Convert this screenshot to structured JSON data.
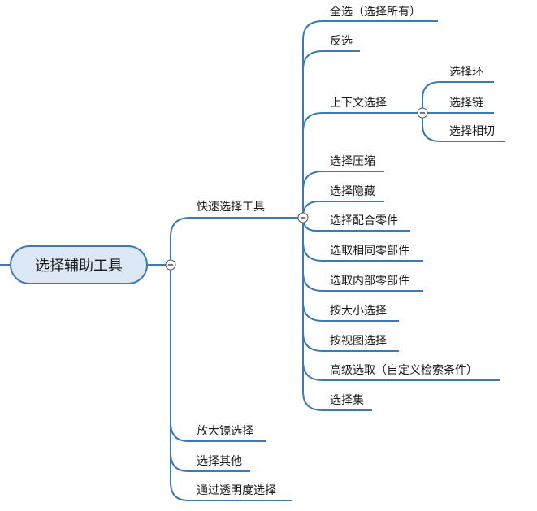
{
  "root": {
    "label": "选择辅助工具"
  },
  "level1": [
    {
      "label": "快速选择工具",
      "children": [
        {
          "label": "全选（选择所有）"
        },
        {
          "label": "反选"
        },
        {
          "label": "上下文选择",
          "children": [
            {
              "label": "选择环"
            },
            {
              "label": "选择链"
            },
            {
              "label": "选择相切"
            }
          ]
        },
        {
          "label": "选择压缩"
        },
        {
          "label": "选择隐藏"
        },
        {
          "label": "选择配合零件"
        },
        {
          "label": "选取相同零部件"
        },
        {
          "label": "选取内部零部件"
        },
        {
          "label": "按大小选择"
        },
        {
          "label": "按视图选择"
        },
        {
          "label": "高级选取（自定义检索条件）"
        },
        {
          "label": "选择集"
        }
      ]
    },
    {
      "label": "放大镜选择"
    },
    {
      "label": "选择其他"
    },
    {
      "label": "通过透明度选择"
    }
  ],
  "colors": {
    "branch": "#3d7ab3",
    "root_fill": "#dce8f5",
    "root_stroke": "#3d7ab3",
    "text": "#1a1a1a"
  },
  "icons": {
    "collapse": "minus-circle-icon"
  }
}
